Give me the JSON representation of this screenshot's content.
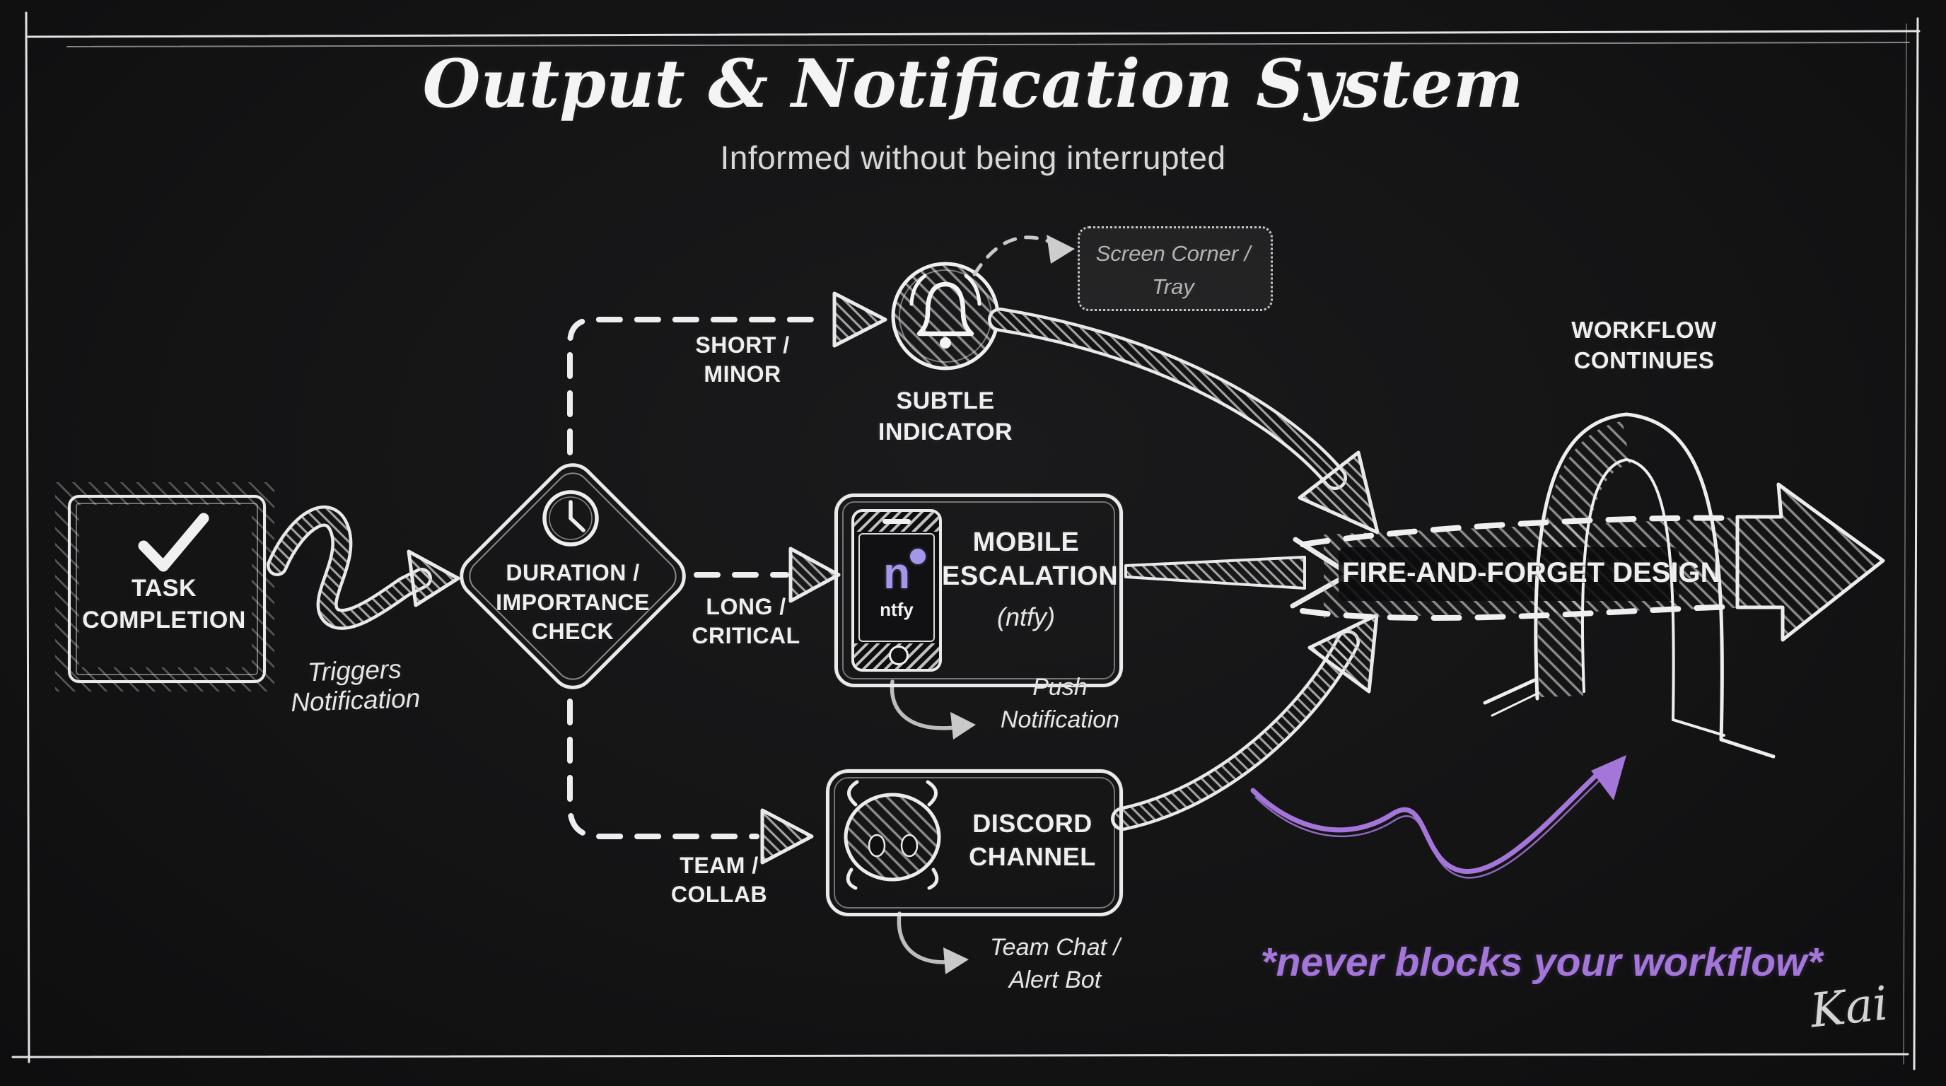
{
  "header": {
    "title": "Output & Notification System",
    "subtitle": "Informed without being interrupted"
  },
  "flow": {
    "task": {
      "label": "TASK\nCOMPLETION",
      "icon": "checkmark-icon"
    },
    "trigger_note": "Triggers\nNotification",
    "decision": {
      "label": "DURATION /\nIMPORTANCE\nCHECK",
      "icon": "clock-icon"
    },
    "branch_short": {
      "condition": "SHORT /\nMINOR",
      "node": "SUBTLE\nINDICATOR",
      "icon": "bell-icon",
      "target": "Screen Corner /\nTray"
    },
    "branch_long": {
      "condition": "LONG /\nCRITICAL",
      "node": "MOBILE\nESCALATION",
      "node_sub": "(ntfy)",
      "icon": "ntfy-phone-icon",
      "app_initial": "n",
      "app_name": "ntfy",
      "target": "Push\nNotification"
    },
    "branch_team": {
      "condition": "TEAM /\nCOLLAB",
      "node": "DISCORD\nCHANNEL",
      "icon": "discord-icon",
      "target": "Team Chat /\nAlert Bot"
    },
    "convergence": {
      "label": "FIRE-AND-FORGET DESIGN"
    },
    "continuation": {
      "label": "WORKFLOW\nCONTINUES"
    },
    "annotation": "*never blocks your workflow*",
    "signature": "Kai"
  },
  "colors": {
    "background": "#141415",
    "chalk": "#ececec",
    "muted_gray": "#b5b5b5",
    "purple_accent": "#a476d9",
    "ntfy_purple": "#a297e8"
  }
}
